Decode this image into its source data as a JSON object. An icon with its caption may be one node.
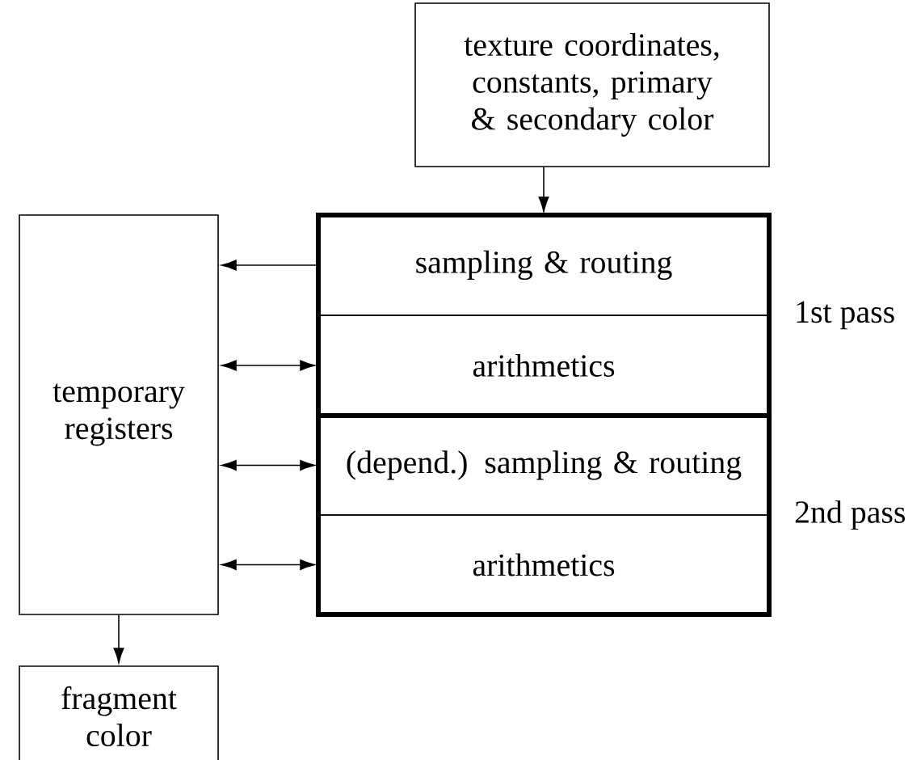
{
  "diagram": {
    "nodes": [
      {
        "text": [
          "texture coordinates, constants, primary & secondary color"
        ]
      },
      {
        "text": [],
        "shape": "box",
        "beside": [
          "1st pass"
        ]
      },
      {
        "text": [
          "sampling & routing"
        ],
        "in": 1
      },
      {
        "text": [
          "arithmetics"
        ],
        "in": 1
      },
      {
        "text": [],
        "shape": "box",
        "beside": [
          "2nd pass"
        ]
      },
      {
        "text": [
          "(depend.) sampling & routing"
        ],
        "in": 4
      },
      {
        "text": [
          "arithmetics"
        ],
        "in": 4
      },
      {
        "text": [
          "temporary registers"
        ]
      },
      {
        "text": [
          "fragment color"
        ]
      }
    ],
    "edges": [
      {
        "from": 0,
        "to": 2,
        "arrow": "to"
      },
      {
        "from": 2,
        "to": 7,
        "arrow": "to"
      },
      {
        "from": 3,
        "to": 7,
        "arrow": "both"
      },
      {
        "from": 5,
        "to": 7,
        "arrow": "both"
      },
      {
        "from": 6,
        "to": 7,
        "arrow": "both"
      },
      {
        "from": 7,
        "to": 8,
        "arrow": "to"
      }
    ]
  }
}
